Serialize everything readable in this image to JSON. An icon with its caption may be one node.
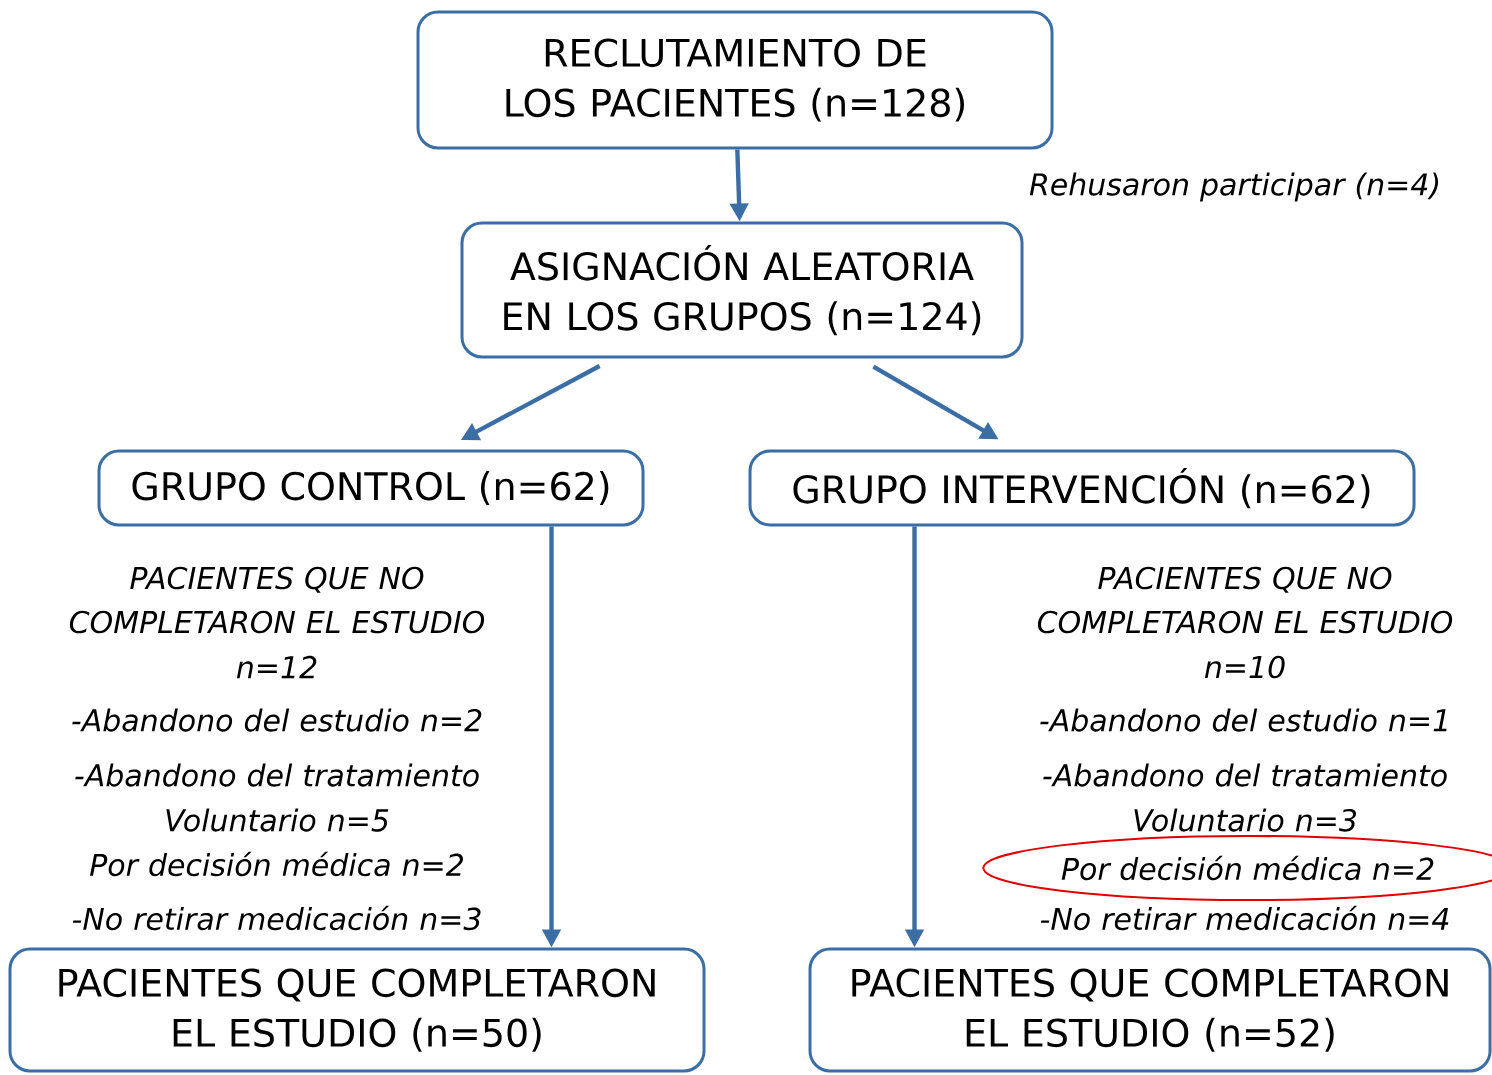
{
  "diagram": {
    "nodes": [
      {
        "text": [
          "RECLUTAMIENTO DE LOS PACIENTES (n=128)"
        ]
      },
      {
        "text": [
          "ASIGNACIÓN ALEATORIA EN LOS GRUPOS (n=124)"
        ]
      },
      {
        "text": [
          "GRUPO CONTROL (n=62)"
        ]
      },
      {
        "text": [
          "GRUPO INTERVENCIÓN (n=62)"
        ]
      },
      {
        "text": [
          "PACIENTES QUE COMPLETARON EL ESTUDIO (n=50)"
        ]
      },
      {
        "text": [
          "PACIENTES QUE COMPLETARON EL ESTUDIO (n=52)"
        ]
      },
      {
        "text": [
          "Por decisión médica n=2"
        ]
      }
    ],
    "edges": [
      {
        "from": 0,
        "to": 1,
        "arrow": "to"
      },
      {
        "from": 1,
        "to": 2,
        "arrow": "to"
      },
      {
        "from": 1,
        "to": 3,
        "arrow": "to"
      },
      {
        "from": 2,
        "to": 4,
        "arrow": "to"
      },
      {
        "from": 3,
        "to": 5,
        "arrow": "to"
      }
    ],
    "labels": [
      "Rehusaron participar (n=4)",
      "PACIENTES QUE NO COMPLETARON EL ESTUDIO",
      "n=12",
      "-Abandono del estudio n=2",
      "-Abandono del tratamiento",
      "Voluntario n=5",
      "Por decisión médica n=2",
      "-No retirar medicación n=3",
      "PACIENTES QUE NO COMPLETARON EL ESTUDIO",
      "n=10",
      "-Abandono del estudio n=1",
      "-Abandono del tratamiento",
      "Voluntario n=3",
      "-No retirar medicación n=4"
    ]
  }
}
